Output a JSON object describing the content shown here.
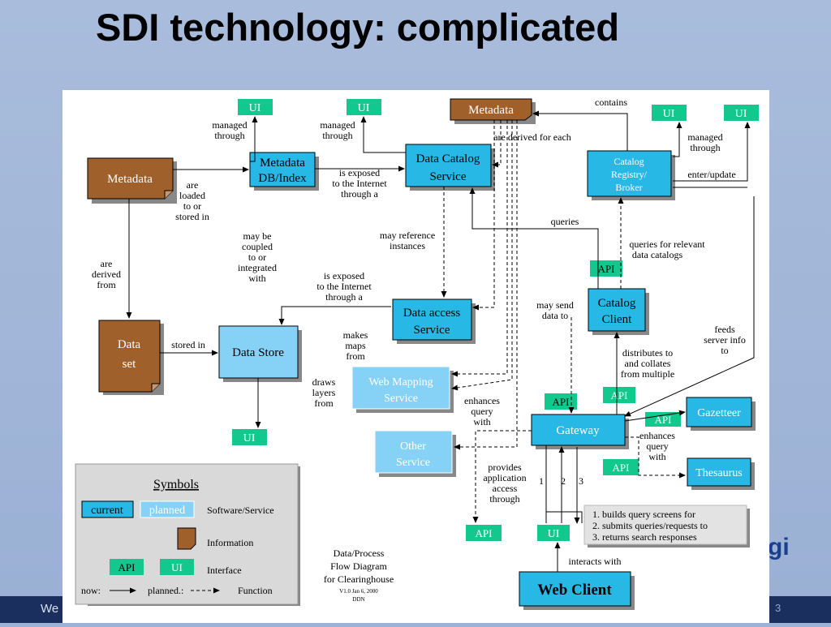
{
  "slide": {
    "title": "SDI technology: complicated",
    "footer_left": "We",
    "footer_right": "3",
    "logo_fragment": "gi"
  },
  "colors": {
    "background": "#9cb2d6",
    "footer": "#1a2f5e",
    "current_box": "#28b8e6",
    "planned_box": "#86d2f6",
    "info_box": "#a0602c",
    "interface_box": "#12c88c"
  },
  "diagram": {
    "nodes": {
      "metadata_left": "Metadata",
      "metadata_top": "Metadata",
      "dataset_1": "Data",
      "dataset_2": "set",
      "metadata_db_1": "Metadata",
      "metadata_db_2": "DB/Index",
      "data_catalog_1": "Data Catalog",
      "data_catalog_2": "Service",
      "catalog_registry_1": "Catalog",
      "catalog_registry_2": "Registry/",
      "catalog_registry_3": "Broker",
      "data_access_1": "Data access",
      "data_access_2": "Service",
      "data_store": "Data Store",
      "web_mapping_1": "Web Mapping",
      "web_mapping_2": "Service",
      "other_service_1": "Other",
      "other_service_2": "Service",
      "catalog_client_1": "Catalog",
      "catalog_client_2": "Client",
      "gateway": "Gateway",
      "gazetteer": "Gazetteer",
      "thesaurus": "Thesaurus",
      "web_client": "Web Client"
    },
    "interfaces": {
      "ui": "UI",
      "api": "API"
    },
    "labels": {
      "managed_through_1": "managed",
      "managed_through_2": "through",
      "are_loaded_1": "are",
      "are_loaded_2": "loaded",
      "are_loaded_3": "to or",
      "are_loaded_4": "stored in",
      "are_derived_1": "are",
      "are_derived_2": "derived",
      "are_derived_3": "from",
      "is_exposed_1": "is exposed",
      "is_exposed_2": "to the Internet",
      "is_exposed_3": "through a",
      "are_derived_for_each": "are derived for each",
      "contains": "contains",
      "enter_update": "enter/update",
      "may_reference_1": "may reference",
      "may_reference_2": "instances",
      "queries": "queries",
      "queries_relevant_1": "queries for relevant",
      "queries_relevant_2": "data catalogs",
      "may_be_coupled_1": "may be",
      "may_be_coupled_2": "coupled",
      "may_be_coupled_3": "to or",
      "may_be_coupled_4": "integrated",
      "may_be_coupled_5": "with",
      "stored_in": "stored in",
      "makes_maps_1": "makes",
      "makes_maps_2": "maps",
      "makes_maps_3": "from",
      "may_send_1": "may send",
      "may_send_2": "data to",
      "feeds_server_1": "feeds",
      "feeds_server_2": "server info",
      "feeds_server_3": "to",
      "draws_layers_1": "draws",
      "draws_layers_2": "layers",
      "draws_layers_3": "from",
      "distributes_1": "distributes to",
      "distributes_2": "and collates",
      "distributes_3": "from multiple",
      "enhances_query_1": "enhances",
      "enhances_query_2": "query",
      "enhances_query_3": "with",
      "provides_app_1": "provides",
      "provides_app_2": "application",
      "provides_app_3": "access",
      "provides_app_4": "through",
      "num_1": "1",
      "num_2": "2",
      "num_3": "3",
      "interacts_with": "interacts with"
    },
    "steps_note": [
      "1. builds query screens for",
      "2. submits queries/requests to",
      "3. returns search responses"
    ],
    "legend": {
      "title": "Symbols",
      "current": "current",
      "planned": "planned",
      "software_service": "Software/Service",
      "information": "Information",
      "api": "API",
      "ui": "UI",
      "interface": "Interface",
      "now": "now:",
      "planned_arrow": "planned.:",
      "function": "Function"
    },
    "caption": {
      "line1": "Data/Process",
      "line2": "Flow Diagram",
      "line3": "for Clearinghouse",
      "version": "V1.0  Jan 6, 2000",
      "author": "DDN"
    }
  }
}
